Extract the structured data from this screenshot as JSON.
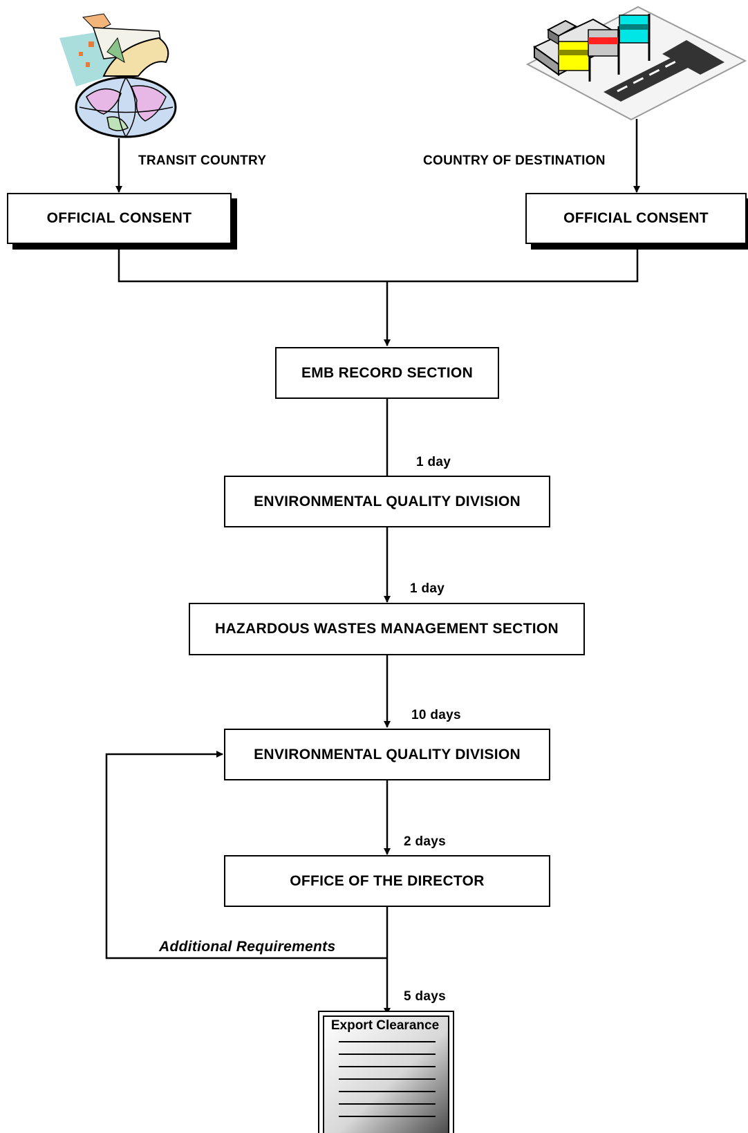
{
  "source_labels": {
    "transit": "TRANSIT COUNTRY",
    "destination": "COUNTRY OF DESTINATION"
  },
  "boxes": {
    "consent_transit": "OFFICIAL CONSENT",
    "consent_destination": "OFFICIAL CONSENT",
    "emb_record": "EMB RECORD SECTION",
    "eqd_first": "ENVIRONMENTAL QUALITY DIVISION",
    "hwms": "HAZARDOUS WASTES MANAGEMENT SECTION",
    "eqd_second": "ENVIRONMENTAL QUALITY DIVISION",
    "director": "OFFICE OF THE DIRECTOR"
  },
  "durations": {
    "to_eqd_first": "1 day",
    "to_hwms": "1 day",
    "to_eqd_second": "10 days",
    "to_director": "2 days",
    "to_clearance": "5 days"
  },
  "loop_label": "Additional Requirements",
  "output_document": {
    "title": "Export Clearance",
    "icon": "document-icon"
  },
  "illustrations": {
    "transit": "ship-globe-icon",
    "destination": "port-flags-icon"
  }
}
